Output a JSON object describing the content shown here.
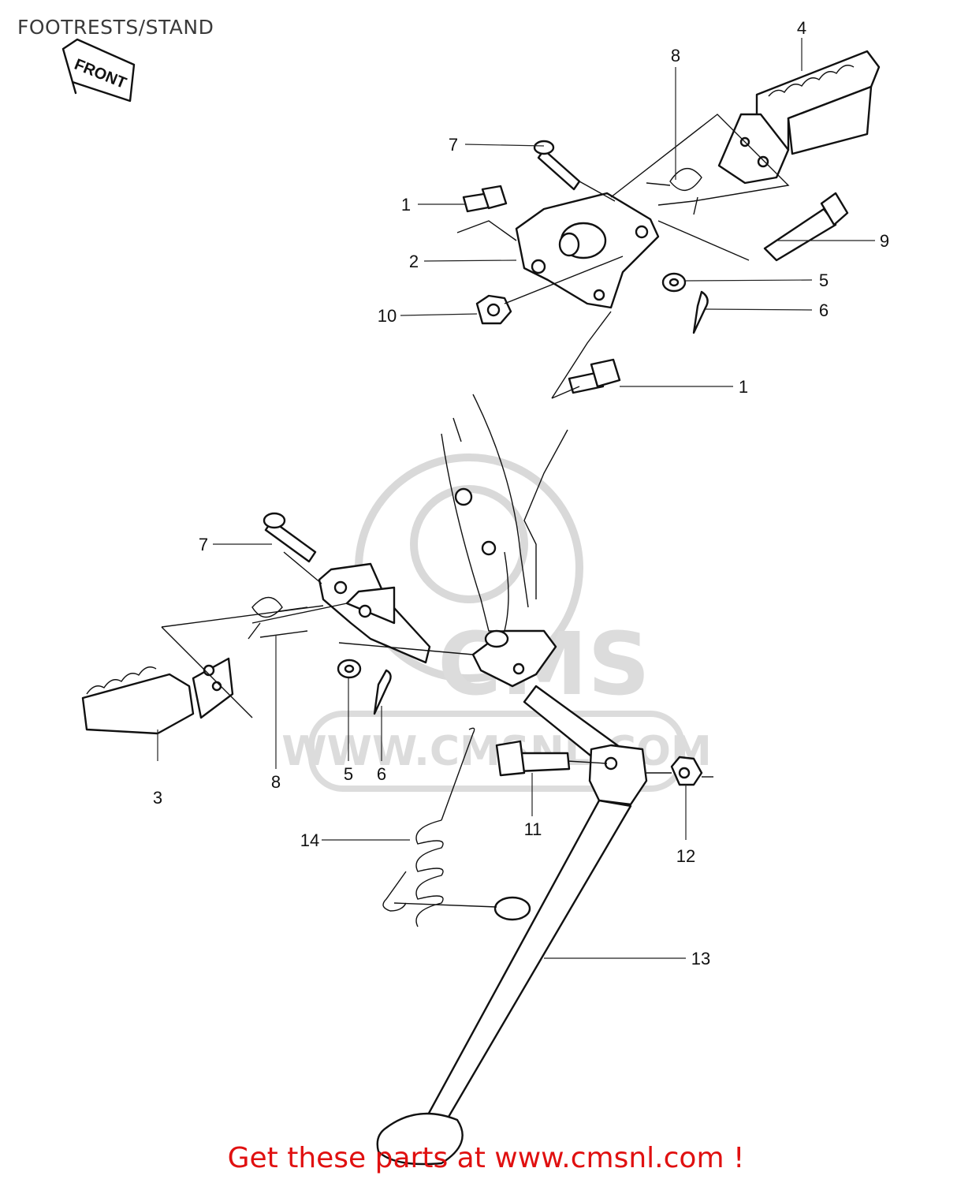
{
  "title": "FOOTRESTS/STAND",
  "front_label": "FRONT",
  "watermark": {
    "brand": "CMS",
    "url": "WWW.CMSNL.COM"
  },
  "callouts": {
    "c1a": "1",
    "c1b": "1",
    "c2": "2",
    "c3": "3",
    "c4": "4",
    "c5a": "5",
    "c5b": "5",
    "c6a": "6",
    "c6b": "6",
    "c7a": "7",
    "c7b": "7",
    "c8a": "8",
    "c8b": "8",
    "c9": "9",
    "c10": "10",
    "c11": "11",
    "c12": "12",
    "c13": "13",
    "c14": "14"
  },
  "cta": "Get these parts at www.cmsnl.com !",
  "colors": {
    "cta": "#e01010",
    "line": "#111111",
    "watermark": "#d9d9d9"
  }
}
